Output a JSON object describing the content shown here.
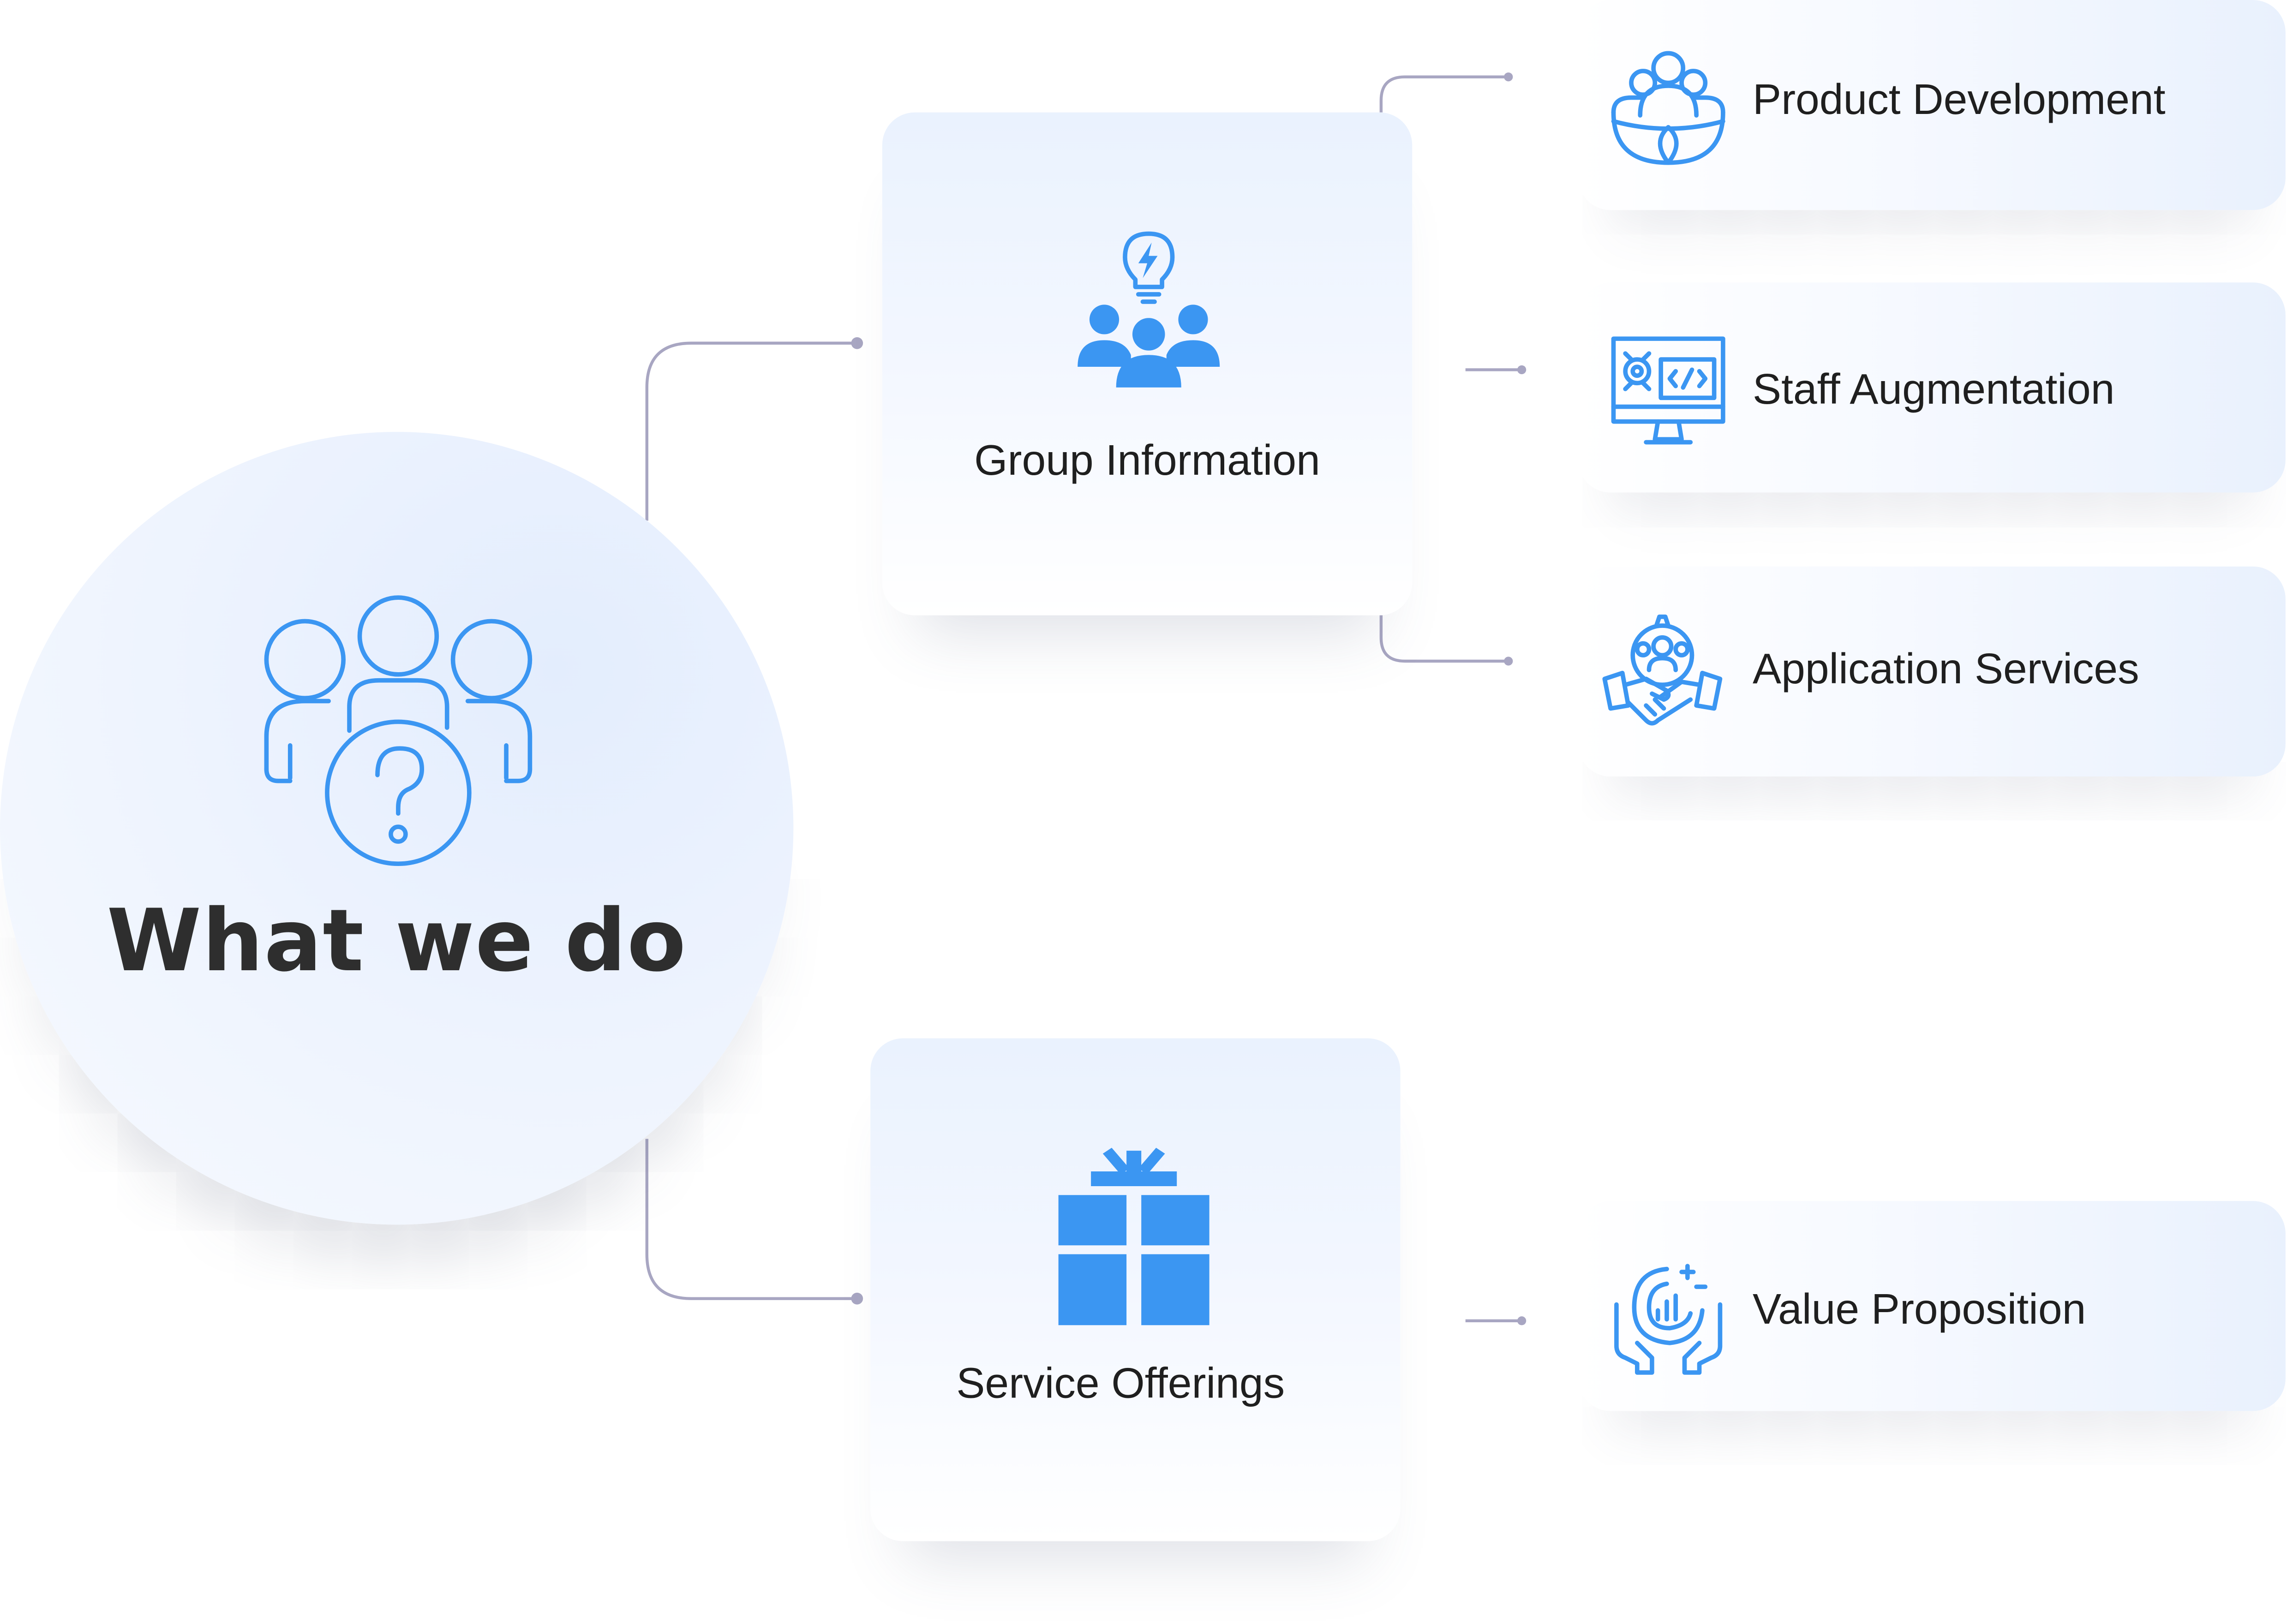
{
  "hub": {
    "title": "What we do",
    "icon": "group-question-icon"
  },
  "categories": [
    {
      "label": "Group Information",
      "icon": "team-idea-icon",
      "items": [
        {
          "label": "Product Development",
          "icon": "global-team-icon"
        },
        {
          "label": "Staff Augmentation",
          "icon": "monitor-code-icon"
        },
        {
          "label": "Application Services",
          "icon": "handshake-team-icon"
        }
      ]
    },
    {
      "label": "Service Offerings",
      "icon": "gift-icon",
      "items": [
        {
          "label": "Value Proposition",
          "icon": "hand-growth-icon"
        }
      ]
    }
  ],
  "colors": {
    "accent": "#3b96f2",
    "connector": "#a8a6c2",
    "text": "#1f1f1f",
    "title": "#2e2e2e"
  }
}
